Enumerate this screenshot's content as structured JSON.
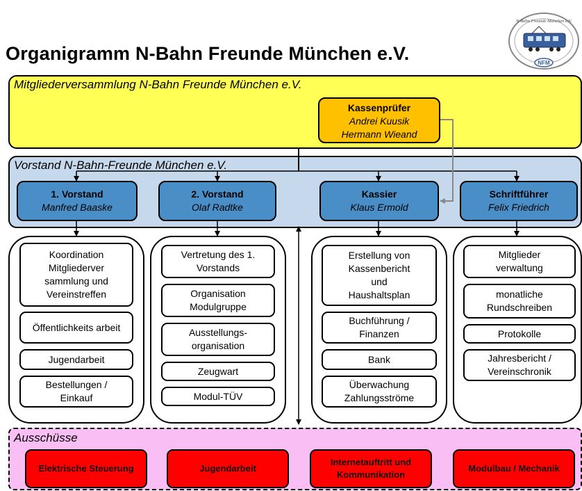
{
  "title": "Organigramm N-Bahn Freunde München e.V.",
  "logo": {
    "text": "N-Bahn Freunde München e.V.",
    "badge": "NFM"
  },
  "sections": {
    "mitglieder": "Mitgliederversammlung N-Bahn Freunde München e.V.",
    "vorstand": "Vorstand N-Bahn-Freunde München e.V.",
    "ausschuesse": "Ausschüsse"
  },
  "kassenpruefer": {
    "title": "Kassenprüfer",
    "name1": "Andrei Kuusik",
    "name2": "Hermann Wieand"
  },
  "roles": [
    {
      "title": "1. Vorstand",
      "name": "Manfred Baaske"
    },
    {
      "title": "2. Vorstand",
      "name": "Olaf Radtke"
    },
    {
      "title": "Kassier",
      "name": "Klaus Ermold"
    },
    {
      "title": "Schriftführer",
      "name": "Felix Friedrich"
    }
  ],
  "tasks": {
    "c1": [
      "Koordination Mitgliederver sammlung und Vereinstreffen",
      "Öffentlichkeits arbeit",
      "Jugendarbeit",
      "Bestellungen / Einkauf"
    ],
    "c2": [
      "Vertretung des 1. Vorstands",
      "Organisation Modulgruppe",
      "Ausstellungs-organisation",
      "Zeugwart",
      "Modul-TÜV"
    ],
    "c3": [
      "Erstellung von Kassenbericht und Haushaltsplan",
      "Buchführung / Finanzen",
      "Bank",
      "Überwachung Zahlungsströme"
    ],
    "c4": [
      "Mitglieder verwaltung",
      "monatliche Rundschreiben",
      "Protokolle",
      "Jahresbericht / Vereinschronik"
    ]
  },
  "committees": [
    "Elektrische Steuerung",
    "Jugendarbeit",
    "Internetauftritt und Kommunikation",
    "Modulbau / Mechanik"
  ],
  "colors": {
    "yellow": "#ffff55",
    "blue_band": "#c6d9ec",
    "role_box": "#4a8ec7",
    "auditor": "#ffc000",
    "committee": "#ff0000",
    "pink": "#f9bff5"
  }
}
